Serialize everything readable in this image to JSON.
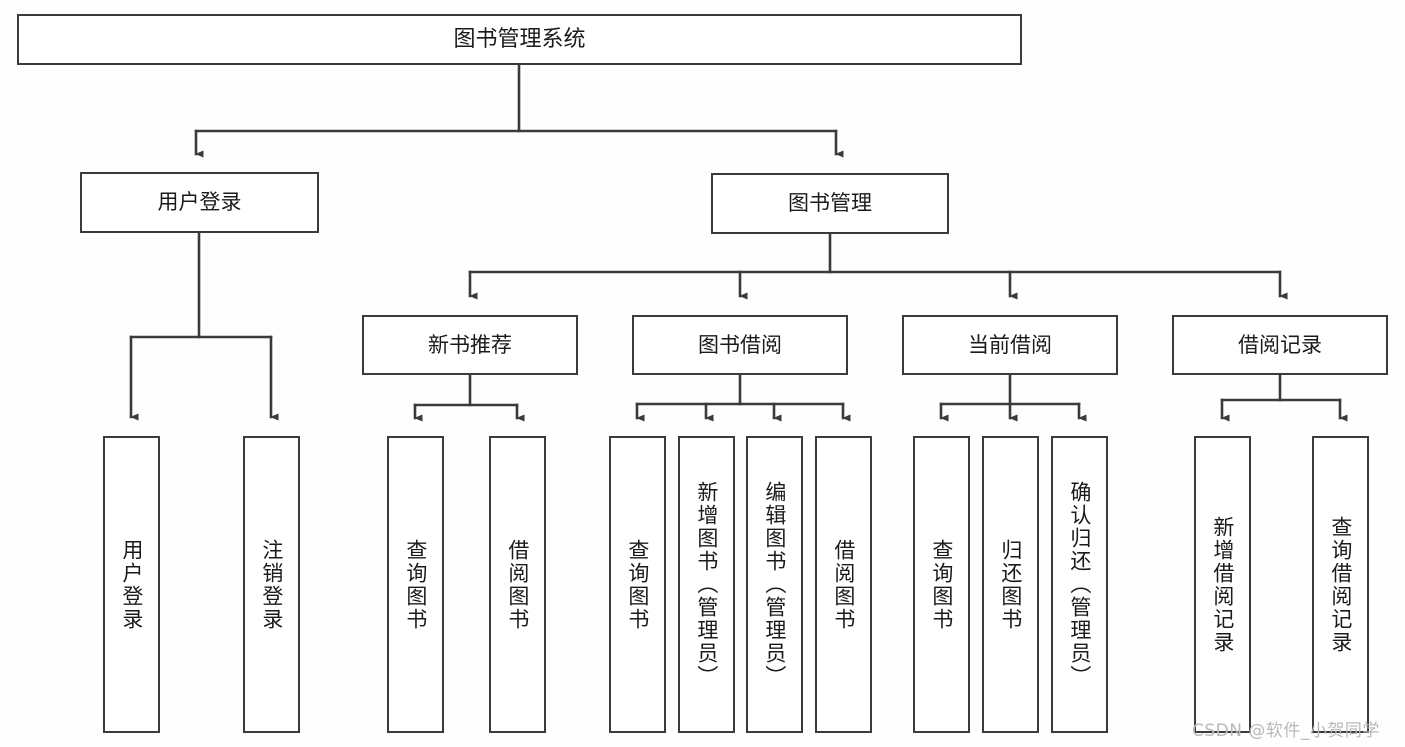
{
  "diagram": {
    "title": "图书管理系统",
    "type": "tree-functional-structure",
    "watermark": "CSDN @软件_小贺同学",
    "colors": {
      "border": "#3b3b3b",
      "node_fill": "#ffffff",
      "canvas": "#fefefe",
      "edge": "#3b3b3b",
      "watermark": "#b9b9b9"
    },
    "root": {
      "label": "图书管理系统"
    },
    "level1": [
      {
        "label": "用户登录"
      },
      {
        "label": "图书管理"
      }
    ],
    "level2": [
      {
        "label": "新书推荐"
      },
      {
        "label": "图书借阅"
      },
      {
        "label": "当前借阅"
      },
      {
        "label": "借阅记录"
      }
    ],
    "leaves": {
      "user_login": [
        {
          "label": "用户登录"
        },
        {
          "label": "注销登录"
        }
      ],
      "new_book_recommend": [
        {
          "label": "查询图书"
        },
        {
          "label": "借阅图书"
        }
      ],
      "book_borrow": [
        {
          "label": "查询图书"
        },
        {
          "label": "新增图书（管理员）"
        },
        {
          "label": "编辑图书（管理员）"
        },
        {
          "label": "借阅图书"
        }
      ],
      "current_borrow": [
        {
          "label": "查询图书"
        },
        {
          "label": "归还图书"
        },
        {
          "label": "确认归还（管理员）"
        }
      ],
      "borrow_record": [
        {
          "label": "新增借阅记录"
        },
        {
          "label": "查询借阅记录"
        }
      ]
    }
  }
}
